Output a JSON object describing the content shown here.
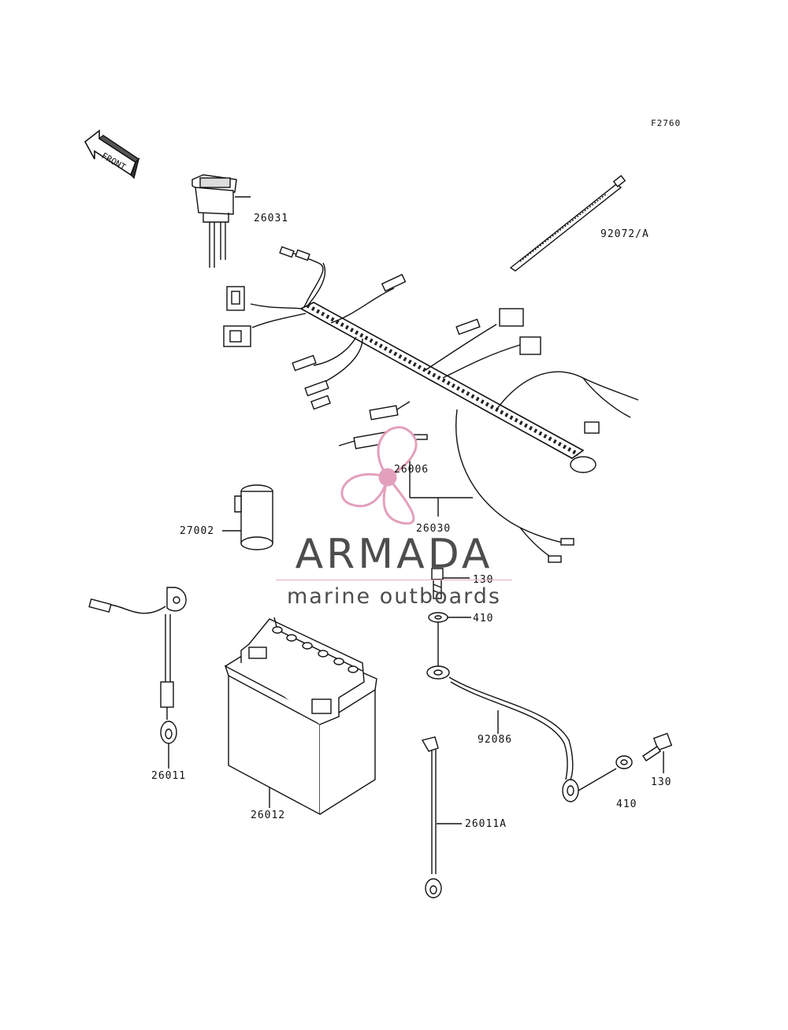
{
  "diagram_code": "F2760",
  "front_arrow": {
    "label": "FRONT"
  },
  "parts": {
    "p26031": "26031",
    "p92072a": "92072/A",
    "p26006": "26006",
    "p26030": "26030",
    "p27002": "27002",
    "p130_top": "130",
    "p410_top": "410",
    "p92086": "92086",
    "p130_right": "130",
    "p410_right": "410",
    "p26011": "26011",
    "p26012": "26012",
    "p26011a": "26011A"
  },
  "watermark": {
    "brand": "ARMADA",
    "tagline": "marine outboards",
    "logo_color": "#e3a0bc",
    "text_color": "#4d4d4d"
  }
}
